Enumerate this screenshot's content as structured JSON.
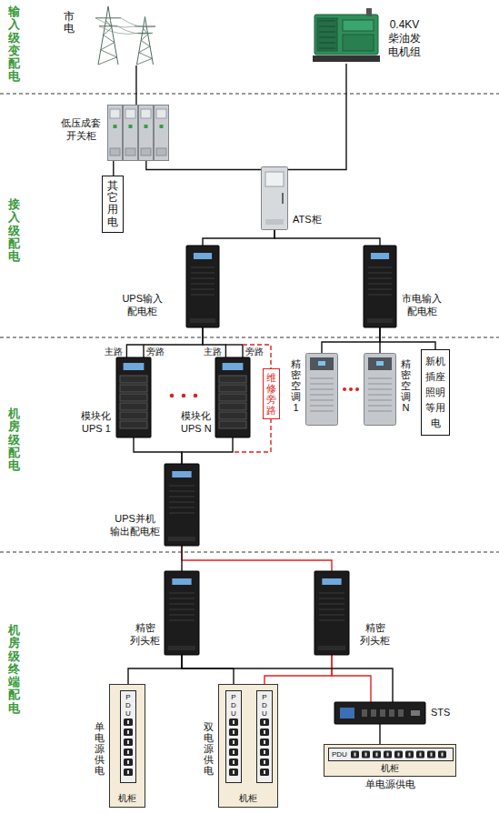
{
  "diagram": {
    "nodes": [
      {
        "text": [
          "市电"
        ]
      },
      {
        "text": [
          "0.4KV 柴油发 电机组"
        ]
      },
      {
        "text": [
          "低压成套 开关柜"
        ]
      },
      {
        "text": [
          "其它用电"
        ]
      },
      {
        "text": [
          "ATS柜"
        ]
      },
      {
        "text": [
          "UPS输入 配电柜"
        ]
      },
      {
        "text": [
          "市电输入 配电柜"
        ]
      },
      {
        "text": [
          "模块化 UPS 1"
        ]
      },
      {
        "text": [
          "模块化 UPS N"
        ]
      },
      {
        "text": [
          "维修旁路"
        ]
      },
      {
        "text": [
          "精密空调1"
        ]
      },
      {
        "text": [
          "精密空调N"
        ]
      },
      {
        "text": [
          "新机 插座 照明 等用 电"
        ]
      },
      {
        "text": [
          "UPS并机 输出配电柜"
        ]
      },
      {
        "text": [
          "精密 列头柜"
        ]
      },
      {
        "text": [
          "精密 列头柜"
        ]
      },
      {
        "text": [
          "单电源供电",
          "机柜"
        ]
      },
      {
        "text": [
          "PDU"
        ],
        "in": 16
      },
      {
        "text": [
          "双电源供电",
          "机柜"
        ]
      },
      {
        "text": [
          "PDU"
        ],
        "in": 18
      },
      {
        "text": [
          "PDU"
        ],
        "in": 18
      },
      {
        "text": [
          "STS"
        ]
      },
      {
        "text": [
          "机柜",
          "单电源供电"
        ]
      },
      {
        "text": [
          "PDU"
        ],
        "in": 22
      }
    ],
    "edges": [
      {
        "from": 0,
        "to": 2,
        "arrow": "none"
      },
      {
        "from": 2,
        "to": 3,
        "arrow": "none"
      },
      {
        "from": 2,
        "to": 4,
        "arrow": "none"
      },
      {
        "from": 1,
        "to": 4,
        "arrow": "none"
      },
      {
        "from": 4,
        "to": 5,
        "arrow": "none"
      },
      {
        "from": 4,
        "to": 6,
        "arrow": "none"
      },
      {
        "from": 5,
        "to": 7,
        "arrow": "none"
      },
      {
        "from": 5,
        "to": 8,
        "arrow": "none"
      },
      {
        "from": 6,
        "to": 10,
        "arrow": "none"
      },
      {
        "from": 6,
        "to": 11,
        "arrow": "none"
      },
      {
        "from": 6,
        "to": 12,
        "arrow": "none"
      },
      {
        "from": 7,
        "to": 13,
        "arrow": "none"
      },
      {
        "from": 8,
        "to": 13,
        "arrow": "none"
      },
      {
        "from": 13,
        "to": 14,
        "arrow": "none"
      },
      {
        "from": 13,
        "to": 15,
        "arrow": "none"
      },
      {
        "from": 14,
        "to": 17,
        "arrow": "none"
      },
      {
        "from": 14,
        "to": 19,
        "arrow": "none"
      },
      {
        "from": 14,
        "to": 21,
        "arrow": "none"
      },
      {
        "from": 15,
        "to": 20,
        "arrow": "none"
      },
      {
        "from": 15,
        "to": 21,
        "arrow": "none"
      },
      {
        "from": 21,
        "to": 23,
        "arrow": "none"
      }
    ],
    "labels": [
      "输入级变配电",
      "接入级配电",
      "机房级配电",
      "机房级终端配电",
      "主路",
      "旁路",
      "主路",
      "旁路"
    ]
  }
}
